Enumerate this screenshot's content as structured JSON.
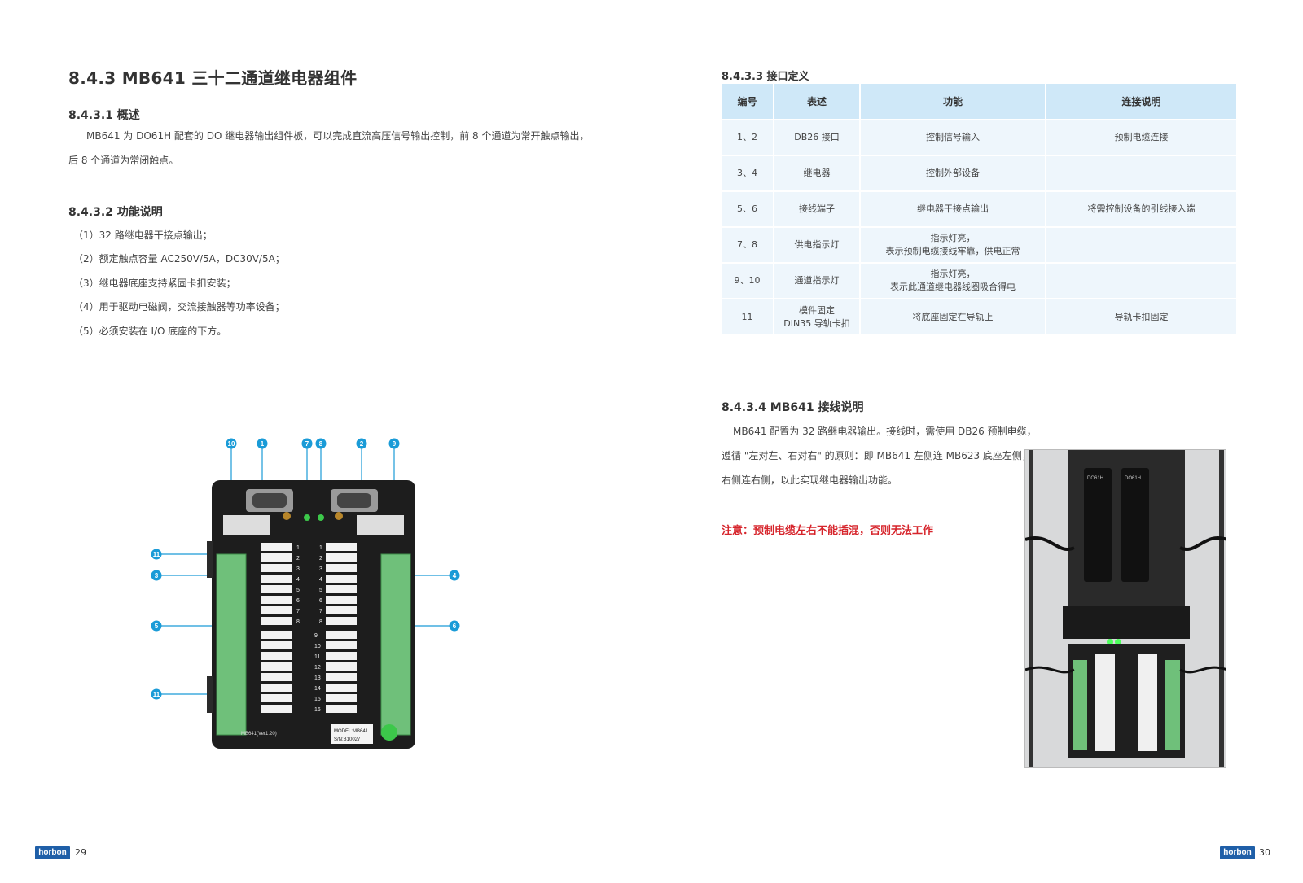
{
  "left": {
    "title": "8.4.3  MB641 三十二通道继电器组件",
    "overview_heading": "8.4.3.1 概述",
    "overview_line1": "MB641 为 DO61H 配套的 DO 继电器输出组件板，可以完成直流高压信号输出控制，前 8 个通道为常开触点输出，",
    "overview_line2": "后 8 个通道为常闭触点。",
    "function_heading": "8.4.3.2 功能说明",
    "features": [
      "（1）32 路继电器干接点输出；",
      "（2）额定触点容量 AC250V/5A，DC30V/5A；",
      "（3）继电器底座支持紧固卡扣安装；",
      "（4）用于驱动电磁阀，交流接触器等功率设备；",
      "（5）必须安装在 I/O 底座的下方。"
    ],
    "board": {
      "model_label": "MODEL:MB641",
      "sn_label": "S/N:B10027",
      "version_label": "MB641(Ver1.20)",
      "callouts": [
        "10",
        "1",
        "7",
        "8",
        "2",
        "9",
        "11",
        "3",
        "4",
        "5",
        "6",
        "11"
      ],
      "ch_left": [
        "1",
        "2",
        "3",
        "4",
        "5",
        "6",
        "7",
        "8"
      ],
      "ch_right_top": [
        "1",
        "2",
        "3",
        "4",
        "5",
        "6",
        "7",
        "8"
      ],
      "ch_right_bottom": [
        "9",
        "10",
        "11",
        "12",
        "13",
        "14",
        "15",
        "16"
      ]
    },
    "footer_logo": "horbon",
    "page_number": "29"
  },
  "right": {
    "interface_heading": "8.4.3.3 接口定义",
    "table_headers": [
      "编号",
      "表述",
      "功能",
      "连接说明"
    ],
    "table_rows": [
      [
        "1、2",
        "DB26 接口",
        "控制信号输入",
        "预制电缆连接"
      ],
      [
        "3、4",
        "继电器",
        "控制外部设备",
        ""
      ],
      [
        "5、6",
        "接线端子",
        "继电器干接点输出",
        "将需控制设备的引线接入端"
      ],
      [
        "7、8",
        "供电指示灯",
        "指示灯亮，\n表示预制电缆接线牢靠，供电正常",
        ""
      ],
      [
        "9、10",
        "通道指示灯",
        "指示灯亮，\n表示此通道继电器线圈吸合得电",
        ""
      ],
      [
        "11",
        "模件固定\nDIN35 导轨卡扣",
        "将底座固定在导轨上",
        "导轨卡扣固定"
      ]
    ],
    "wiring_heading": "8.4.3.4  MB641 接线说明",
    "wiring_line1": "MB641 配置为 32 路继电器输出。接线时，需使用 DB26 预制电缆，",
    "wiring_line2": "遵循 \"左对左、右对右\" 的原则：即 MB641 左侧连 MB623 底座左侧，",
    "wiring_line3": "右侧连右侧，以此实现继电器输出功能。",
    "note": "注意：预制电缆左右不能插混，否则无法工作",
    "photo_module_label": "DO61H",
    "footer_logo": "horbon",
    "page_number": "30"
  },
  "colors": {
    "table_header_bg": "#cfe8f8",
    "table_row_bg": "#eef6fc",
    "note_red": "#d6242b",
    "callout_blue": "#1a9bd7",
    "brand_blue": "#1f5fa8"
  }
}
